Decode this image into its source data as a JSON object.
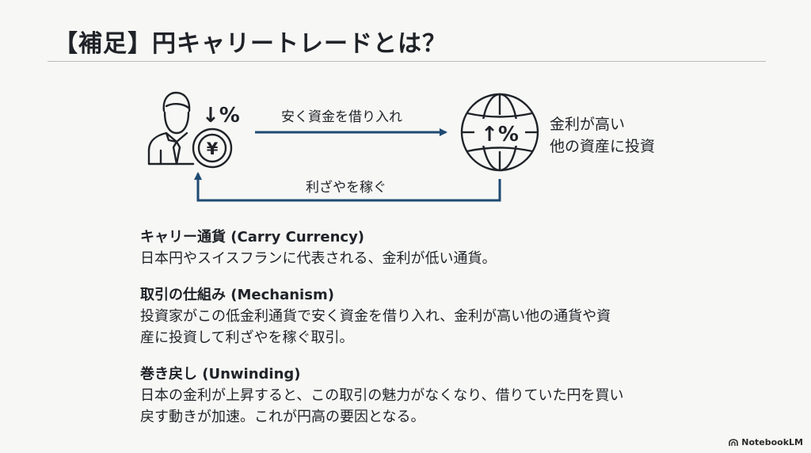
{
  "header": {
    "title": "【補足】円キャリートレードとは？"
  },
  "diagram": {
    "investor_icon": "businessman-icon",
    "yen_icon": "yen-coin-icon",
    "rate_down_text": "↓%",
    "globe_icon": "globe-icon",
    "rate_up_text": "↑%",
    "top_arrow_label": "安く資金を借り入れ",
    "bottom_arrow_label": "利ざやを稼ぐ",
    "destination_line1": "金利が高い",
    "destination_line2": "他の資産に投資",
    "arrow_color": "#1e4a72"
  },
  "sections": [
    {
      "heading": "キャリー通貨 (Carry Currency)",
      "lines": [
        "日本円やスイスフランに代表される、金利が低い通貨。"
      ]
    },
    {
      "heading": "取引の仕組み (Mechanism)",
      "lines": [
        "投資家がこの低金利通貨で安く資金を借り入れ、金利が高い他の通貨や資",
        "産に投資して利ざやを稼ぐ取引。"
      ]
    },
    {
      "heading": "巻き戻し (Unwinding)",
      "lines": [
        "日本の金利が上昇すると、この取引の魅力がなくなり、借りていた円を買い",
        "戻す動きが加速。これが円高の要因となる。"
      ]
    }
  ],
  "footer": {
    "brand": "NotebookLM",
    "brand_icon": "notebooklm-logo-icon"
  }
}
